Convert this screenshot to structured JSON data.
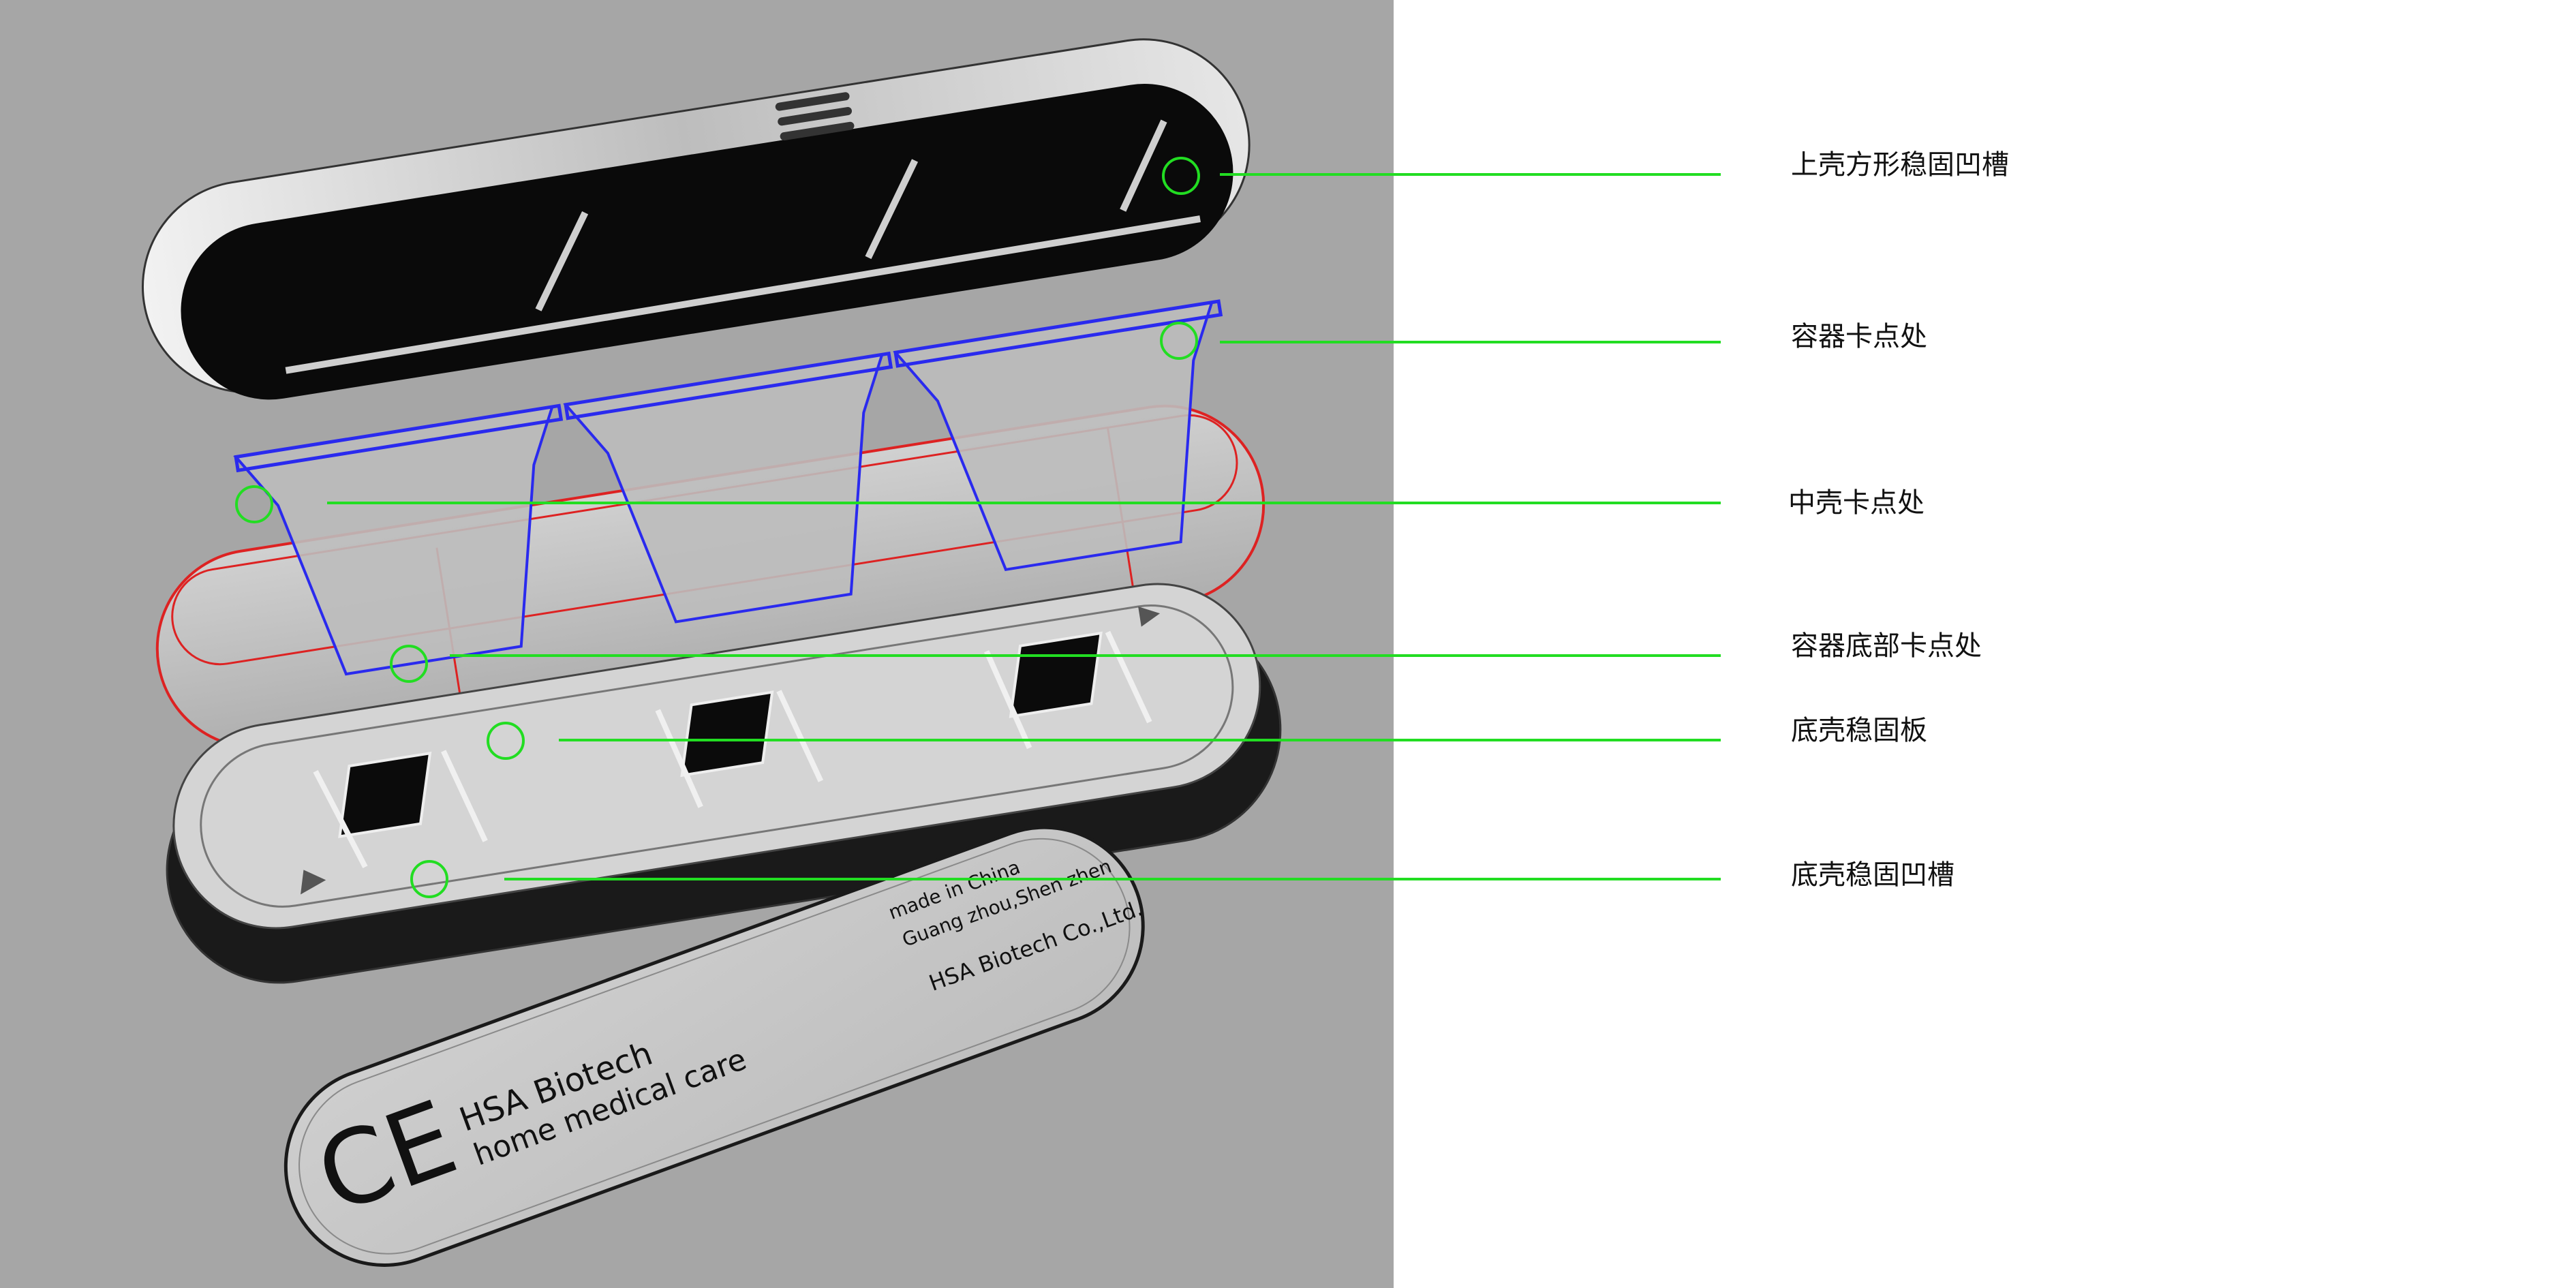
{
  "colors": {
    "render_background": "#a6a6a6",
    "page_background": "#ffffff",
    "leader_line": "#22dd22",
    "container_outline": "#2a2aee",
    "middle_shell_outline": "#dd2222"
  },
  "callouts": [
    {
      "id": "upper-shell-square-groove",
      "label": "上壳方形稳固凹槽"
    },
    {
      "id": "container-snap-point",
      "label": "容器卡点处"
    },
    {
      "id": "middle-shell-snap-point",
      "label": "中壳卡点处"
    },
    {
      "id": "container-bottom-snap-point",
      "label": "容器底部卡点处"
    },
    {
      "id": "bottom-shell-stabilizer-plate",
      "label": "底壳稳固板"
    },
    {
      "id": "bottom-shell-stabilizer-groove",
      "label": "底壳稳固凹槽"
    }
  ],
  "base_plate": {
    "brand": "HSA Biotech",
    "tagline": "home medical care",
    "cert_mark": "CE",
    "origin_line1": "made in China",
    "origin_line2": "Guang zhou,Shen zhen",
    "company": "HSA Biotech Co.,Ltd."
  }
}
